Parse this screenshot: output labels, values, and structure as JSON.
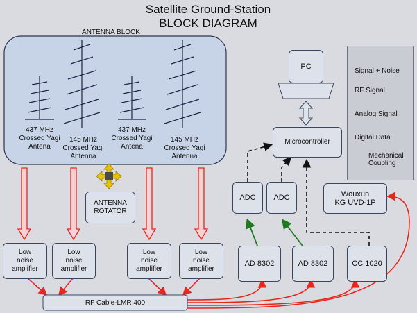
{
  "title_line1": "Satellite Ground-Station",
  "title_line2": "BLOCK DIAGRAM",
  "antenna_block_label": "ANTENNA BLOCK",
  "antennas": [
    {
      "label": "437 MHz\nCrossed Yagi\nAntena"
    },
    {
      "label": "145 MHz\nCrossed Yagi\nAntenna"
    },
    {
      "label": "437 MHz\nCrossed Yagi\nAntena"
    },
    {
      "label": "145 MHz\nCrossed Yagi\nAntenna"
    }
  ],
  "rotator": "ANTENNA\nROTATOR",
  "lna": [
    "Low\nnoise\namplifier",
    "Low\nnoise\namplifier",
    "Low\nnoise\namplifier",
    "Low\nnoise\namplifier"
  ],
  "rf_cable": "RF Cable-LMR 400",
  "pc": "PC",
  "microcontroller": "Microcontroller",
  "adc": [
    "ADC",
    "ADC"
  ],
  "ad8302": [
    "AD 8302",
    "AD 8302"
  ],
  "cc1020": "CC 1020",
  "wouxun": "Wouxun\nKG UVD-1P",
  "legend": {
    "signal_noise": "Signal + Noise",
    "rf_signal": "RF Signal",
    "analog_signal": "Analog Signal",
    "digital_data": "Digital Data",
    "mechanical": "Mechanical\nCoupling"
  },
  "colors": {
    "rf": "#e8261c",
    "analog": "#1e7a1e",
    "digital": "#111111",
    "signal_noise": "#e8261c"
  }
}
